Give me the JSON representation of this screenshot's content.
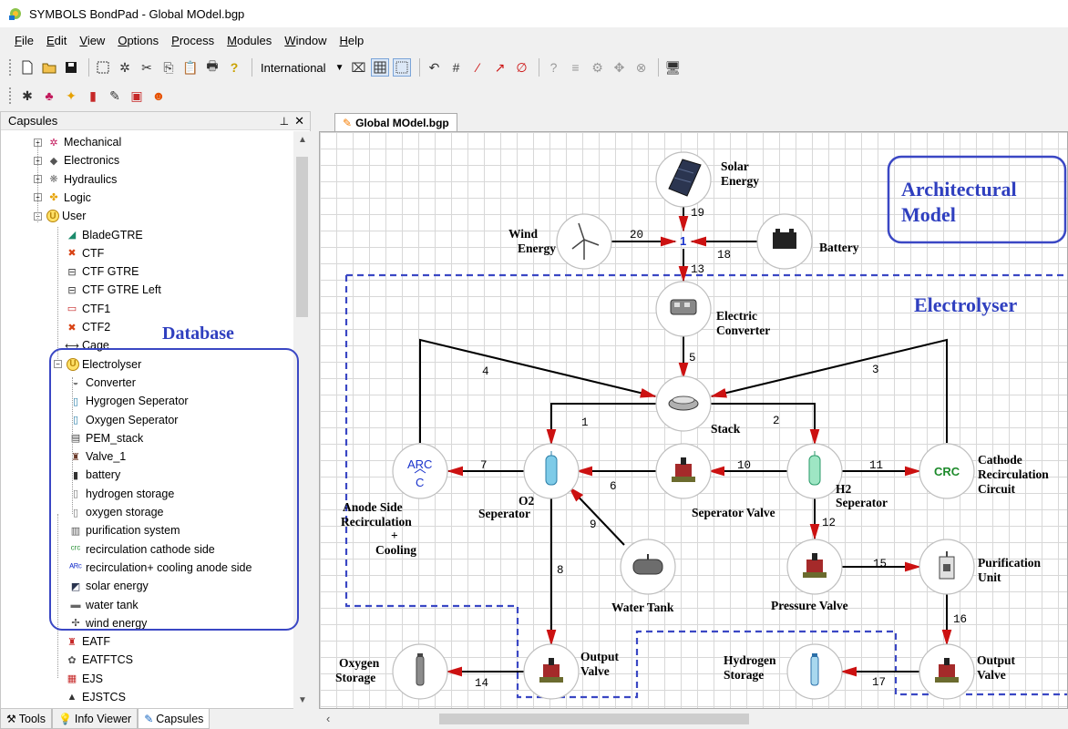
{
  "window": {
    "title": "SYMBOLS BondPad - Global MOdel.bgp"
  },
  "menu": [
    "File",
    "Edit",
    "View",
    "Options",
    "Process",
    "Modules",
    "Window",
    "Help"
  ],
  "toolbar": {
    "font_dropdown": "International"
  },
  "panel": {
    "title": "Capsules",
    "tree": [
      {
        "label": "Mechanical",
        "icon": "mechanical-icon"
      },
      {
        "label": "Electronics",
        "icon": "electronics-icon"
      },
      {
        "label": "Hydraulics",
        "icon": "hydraulics-icon"
      },
      {
        "label": "Logic",
        "icon": "logic-icon"
      },
      {
        "label": "User",
        "icon": "user-u-icon"
      },
      {
        "label": "BladeGTRE",
        "icon": "blade-icon"
      },
      {
        "label": "CTF",
        "icon": "ctf-icon"
      },
      {
        "label": "CTF GTRE",
        "icon": "ctf-gtre-icon"
      },
      {
        "label": "CTF GTRE Left",
        "icon": "ctf-gtre-icon"
      },
      {
        "label": "CTF1",
        "icon": "ctf1-icon"
      },
      {
        "label": "CTF2",
        "icon": "ctf-icon"
      },
      {
        "label": "Cage",
        "icon": "cage-icon"
      },
      {
        "label": "Electrolyser",
        "icon": "user-u-icon"
      },
      {
        "label": "Converter",
        "icon": "converter-icon"
      },
      {
        "label": "Hygrogen Seperator",
        "icon": "separator-icon"
      },
      {
        "label": "Oxygen Seperator",
        "icon": "separator-icon"
      },
      {
        "label": "PEM_stack",
        "icon": "stack-icon"
      },
      {
        "label": "Valve_1",
        "icon": "valve-icon"
      },
      {
        "label": "battery",
        "icon": "battery-icon"
      },
      {
        "label": "hydrogen storage",
        "icon": "storage-icon"
      },
      {
        "label": "oxygen storage",
        "icon": "storage-icon"
      },
      {
        "label": "purification system",
        "icon": "purification-icon"
      },
      {
        "label": "recirculation cathode side",
        "icon": "crc-icon"
      },
      {
        "label": "recirculation+ cooling anode side",
        "icon": "arc-icon"
      },
      {
        "label": "solar energy",
        "icon": "solar-icon"
      },
      {
        "label": "water tank",
        "icon": "tank-icon"
      },
      {
        "label": "wind energy",
        "icon": "wind-icon"
      },
      {
        "label": "EATF",
        "icon": "eatf-icon"
      },
      {
        "label": "EATFTCS",
        "icon": "eatftcs-icon"
      },
      {
        "label": "EJS",
        "icon": "ejs-icon"
      },
      {
        "label": "EJSTCS",
        "icon": "ejstcs-icon"
      }
    ],
    "annotation": "Database"
  },
  "bottom_tabs": [
    "Tools",
    "Info Viewer",
    "Capsules"
  ],
  "document": {
    "tab": "Global MOdel.bgp",
    "annotations": {
      "arch": [
        "Architectural",
        "Model"
      ],
      "electrolyser": "Electrolyser"
    },
    "nodes": {
      "solar": [
        "Solar",
        "Energy"
      ],
      "wind": [
        "Wind",
        "Energy"
      ],
      "battery": [
        "Battery"
      ],
      "converter": [
        "Electric",
        "Converter"
      ],
      "stack": [
        "Stack"
      ],
      "arc": [
        "Anode Side",
        "Recirculation",
        "+",
        "Cooling"
      ],
      "o2sep": [
        "O2",
        "Seperator"
      ],
      "sepvalve": [
        "Seperator Valve"
      ],
      "h2sep": [
        "H2",
        "Seperator"
      ],
      "crc": [
        "Cathode",
        "Recirculation",
        "Circuit"
      ],
      "watertank": [
        "Water Tank"
      ],
      "pvalve": [
        "Pressure Valve"
      ],
      "purif": [
        "Purification",
        "Unit"
      ],
      "ostorage": [
        "Oxygen",
        "Storage"
      ],
      "outvalve1": [
        "Output",
        "Valve"
      ],
      "hstorage": [
        "Hydrogen",
        "Storage"
      ],
      "outvalve2": [
        "Output",
        "Valve"
      ]
    },
    "junction": "1",
    "arc_text": [
      "ARC",
      "C"
    ],
    "crc_text": "CRC",
    "bonds": [
      "1",
      "2",
      "3",
      "4",
      "5",
      "6",
      "7",
      "8",
      "9",
      "10",
      "11",
      "12",
      "13",
      "14",
      "15",
      "16",
      "17",
      "18",
      "19",
      "20"
    ]
  },
  "colors": {
    "accent_blue": "#3a47c4",
    "bond_arrow": "#cc1111",
    "grid": "#d8d8d8"
  }
}
